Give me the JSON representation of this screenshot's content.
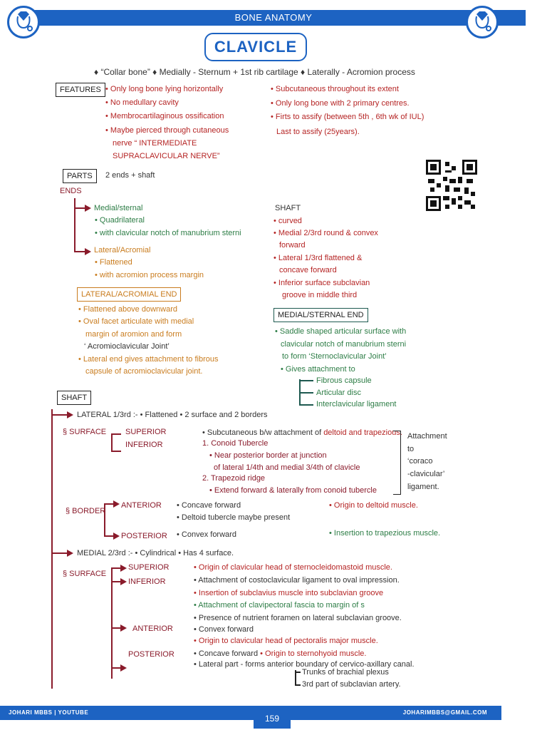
{
  "header": {
    "title": "BONE ANATOMY"
  },
  "page_title": "CLAVICLE",
  "intro": "♦ “Collar bone”  ♦ Medially - Sternum + 1st rib cartilage ♦ Laterally - Acromion process",
  "features": {
    "label": "FEATURES",
    "left": [
      "• Only long bone lying horizontally",
      "• No medullary cavity",
      "• Membrocartilaginous ossification",
      "• Maybe pierced through cutaneous",
      "nerve “ INTERMEDIATE",
      "SUPRACLAVICULAR NERVE”"
    ],
    "right": [
      "• Subcutaneous throughout its extent",
      "• Only long bone with 2 primary centres.",
      "• Firts to assify (between 5th , 6th wk of IUL)",
      "Last to assify (25years)."
    ]
  },
  "parts": {
    "label": "PARTS",
    "text": "2 ends + shaft"
  },
  "ends": {
    "label": "ENDS",
    "medial_heading": "Medial/sternal",
    "medial_items": [
      "• Quadrilateral",
      "• with clavicular notch of manubrium sterni"
    ],
    "lateral_heading": "Lateral/Acromial",
    "lateral_items": [
      "• Flattened",
      "• with acromion process margin"
    ]
  },
  "shaft_summary": {
    "heading": "SHAFT",
    "lines": [
      "• curved",
      "• Medial 2/3rd round & convex",
      "forward",
      "• Lateral 1/3rd flattened &",
      "concave forward",
      "• Inferior surface  subclavian",
      "groove in middle third"
    ]
  },
  "lateral_end": {
    "label": "LATERAL/ACROMIAL END",
    "lines": [
      "• Flattened above downward",
      "• Oval facet articulate with medial",
      "margin of aromion and form",
      "‘ Acromioclavicular Joint’",
      "• Lateral end gives attachment to fibrous",
      "capsule of acromioclavicular joint."
    ]
  },
  "medial_end": {
    "label": "MEDIAL/STERNAL END",
    "lines": [
      "• Saddle shaped articular surface with",
      "clavicular notch of manubrium sterni",
      "to form ‘Sternoclavicular Joint’",
      "• Gives attachment to"
    ],
    "attachments": [
      "Fibrous capsule",
      "Articular disc",
      "Interclavicular ligament"
    ]
  },
  "shaft": {
    "label": "SHAFT",
    "lateral_heading": "LATERAL 1/3rd :-  • Flattened  • 2 surface and 2 borders",
    "surface_label": "§ SURFACE",
    "superior": "SUPERIOR",
    "inferior": "INFERIOR",
    "lat_sup_prefix": "• Subcutaneous b/w attachment of",
    "lat_sup_red": "deltoid and trapezious.",
    "lat_inf_lines": [
      "1. Conoid Tubercle",
      "• Near posterior border at junction",
      "of lateral 1/4th and medial 3/4th of clavicle",
      "2. Trapezoid ridge",
      "• Extend forward & laterally from conoid tubercle"
    ],
    "attachment_note": [
      "Attachment",
      "to",
      "‘coraco",
      "-clavicular’",
      "ligament."
    ],
    "border_label": "§ BORDER",
    "anterior": "ANTERIOR",
    "posterior": "POSTERIOR",
    "ant_lines": [
      "• Concave forward",
      "• Deltoid tubercle maybe present"
    ],
    "ant_note": "• Origin to deltoid muscle.",
    "post_line": "• Convex forward",
    "post_note": "• Insertion to trapezious muscle.",
    "medial_heading": "MEDIAL 2/3rd :-   • Cylindrical  • Has 4 surface.",
    "med_sup": "• Origin of clavicular head of sternocleidomastoid muscle.",
    "med_inf_lines": [
      "• Attachment of costoclavicular ligament to oval impression.",
      "• Insertion of subclavius muscle into subclavian groove",
      "• Attachment of clavipectoral fascia to margin of s",
      "• Presence of nutrient foramen on lateral subclavian groove."
    ],
    "med_ant_lines": [
      "• Convex forward",
      "• Origin to clavicular head of pectoralis major muscle."
    ],
    "med_post_line1_prefix": "• Concave forward",
    "med_post_line1_red": "• Origin to sternohyoid muscle.",
    "med_post_line2": "• Lateral part - forms anterior boundary of cervico-axillary canal.",
    "med_post_sub": [
      "Trunks of brachial plexus",
      "3rd part of subclavian artery."
    ]
  },
  "footer": {
    "left": "JOHARI MBBS | YOUTUBE",
    "right": "JOHARIMBBS@GMAIL.COM",
    "page": "159"
  },
  "colors": {
    "brand": "#1d63c2",
    "red": "#b52424",
    "maroon": "#8a1b2b",
    "green": "#2d7d46",
    "orange": "#c97c1e"
  },
  "icons": {
    "logo": "stethoscope-diamond-icon",
    "qr": "qr-code-icon"
  }
}
